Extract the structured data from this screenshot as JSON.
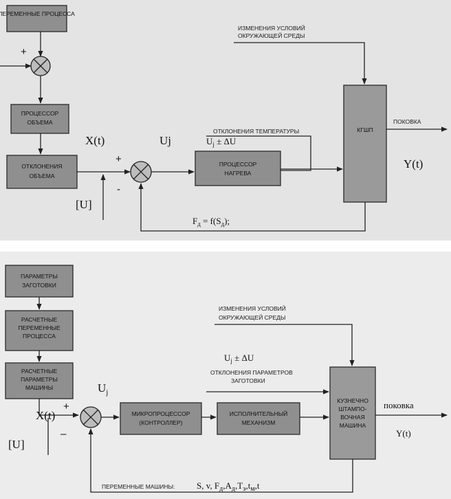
{
  "top": {
    "boxes": {
      "process_vars": "ПЕРЕМЕННЫЕ ПРОЦЕССА",
      "volume_proc_1": "ПРОЦЕССОР",
      "volume_proc_2": "ОБЪЕМА",
      "volume_dev_1": "ОТКЛОНЕНИЯ",
      "volume_dev_2": "ОБЪЕМА",
      "heat_proc_1": "ПРОЦЕССОР",
      "heat_proc_2": "НАГРЕВА",
      "kgshp": "КГШП"
    },
    "labels": {
      "env_1": "ИЗМЕНЕНИЯ УСЛОВИЙ",
      "env_2": "ОКРУЖАЮЩЕЙ СРЕДЫ",
      "temp_dev": "ОТКЛОНЕНИЯ ТЕМПЕРАТУРЫ",
      "forging": "ПОКОВКА",
      "xt": "X(t)",
      "uj": "Uj",
      "uj_du": "U",
      "uj_du_sub": "j",
      "uj_du_rest": " ± ΔU",
      "u_bracket": "[U]",
      "yt": "Y(t)",
      "fd_main": "F",
      "fd_sub": "д",
      "fd_rest": " = f(S",
      "fd_sub2": "д",
      "fd_end": ");",
      "plus": "+",
      "plus2": "+",
      "minus": "-"
    }
  },
  "bottom": {
    "boxes": {
      "blank_params_1": "ПАРАМЕТРЫ",
      "blank_params_2": "ЗАГОТОВКИ",
      "calc_vars_1": "РАСЧЕТНЫЕ",
      "calc_vars_2": "ПЕРЕМЕННЫЕ",
      "calc_vars_3": "ПРОЦЕССА",
      "calc_machine_1": "РАСЧЕТНЫЕ",
      "calc_machine_2": "ПАРАМЕТРЫ",
      "calc_machine_3": "МАШИНЫ",
      "micro_1": "МИКРОПРОЦЕССОР",
      "micro_2": "(КОНТРОЛЛЕР)",
      "exec_1": "ИСПОЛНИТЕЛЬНЫЙ",
      "exec_2": "МЕХАНИЗМ",
      "press_1": "КУЗНЕЧНО",
      "press_2": "ШТАМПО-",
      "press_3": "ВОЧНАЯ",
      "press_4": "МАШИНА"
    },
    "labels": {
      "env_1": "ИЗМЕНЕНИЯ УСЛОВИЙ",
      "env_2": "ОКРУЖАЮЩЕЙ СРЕДЫ",
      "uj_du": "U",
      "uj_du_sub": "j",
      "uj_du_rest": " ± ΔU",
      "blank_dev_1": "ОТКЛОНЕНИЯ ПАРАМЕТРОВ",
      "blank_dev_2": "ЗАГОТОВКИ",
      "uj": "U",
      "uj_sub": "j",
      "forging": "поковка",
      "xt": "X(t)",
      "plus": "+",
      "minus": "–",
      "u_bracket": "[U]",
      "yt": "Y(t)",
      "machine_vars_prefix": "ПЕРЕМЕННЫЕ МАШИНЫ:",
      "machine_vars_formula": "S, v, F",
      "mv_sub1": "д",
      "mv_a": ",A",
      "mv_sub2": "д",
      "mv_t": ",T",
      "mv_sub3": "э",
      "mv_t2": ",t",
      "mv_sub4": "м",
      "mv_end": ",t"
    }
  }
}
